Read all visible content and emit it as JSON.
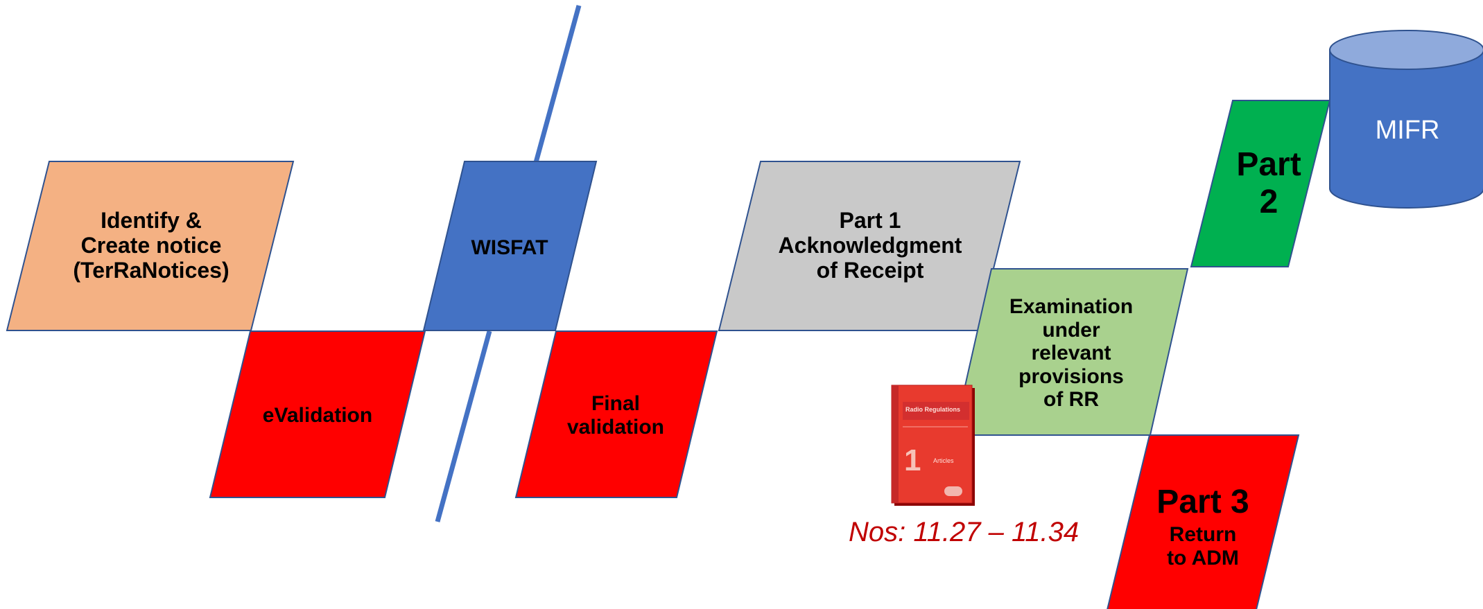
{
  "colors": {
    "orange": "#f4b183",
    "blue": "#4472c4",
    "red": "#ff0000",
    "grey": "#c9c9c9",
    "light_green": "#a9d18e",
    "green": "#00b050",
    "ref_text": "#c00000"
  },
  "steps": {
    "identify": [
      "Identify &",
      "Create notice",
      "(TerRaNotices)"
    ],
    "evalidation": [
      "eValidation"
    ],
    "wisfat": [
      "WISFAT"
    ],
    "final_validation": [
      "Final",
      "validation"
    ],
    "part1": [
      "Part 1",
      "Acknowledgment",
      "of Receipt"
    ],
    "examination": [
      "Examination",
      "under",
      "relevant",
      "provisions",
      "of RR"
    ],
    "part2": [
      "Part",
      "2"
    ],
    "mifr": "MIFR",
    "part3": {
      "title": "Part 3",
      "sub": [
        "Return",
        "to ADM"
      ]
    }
  },
  "book": {
    "title": "Radio Regulations",
    "number": "1",
    "label": "Articles"
  },
  "reference": "Nos: 11.27 – 11.34"
}
